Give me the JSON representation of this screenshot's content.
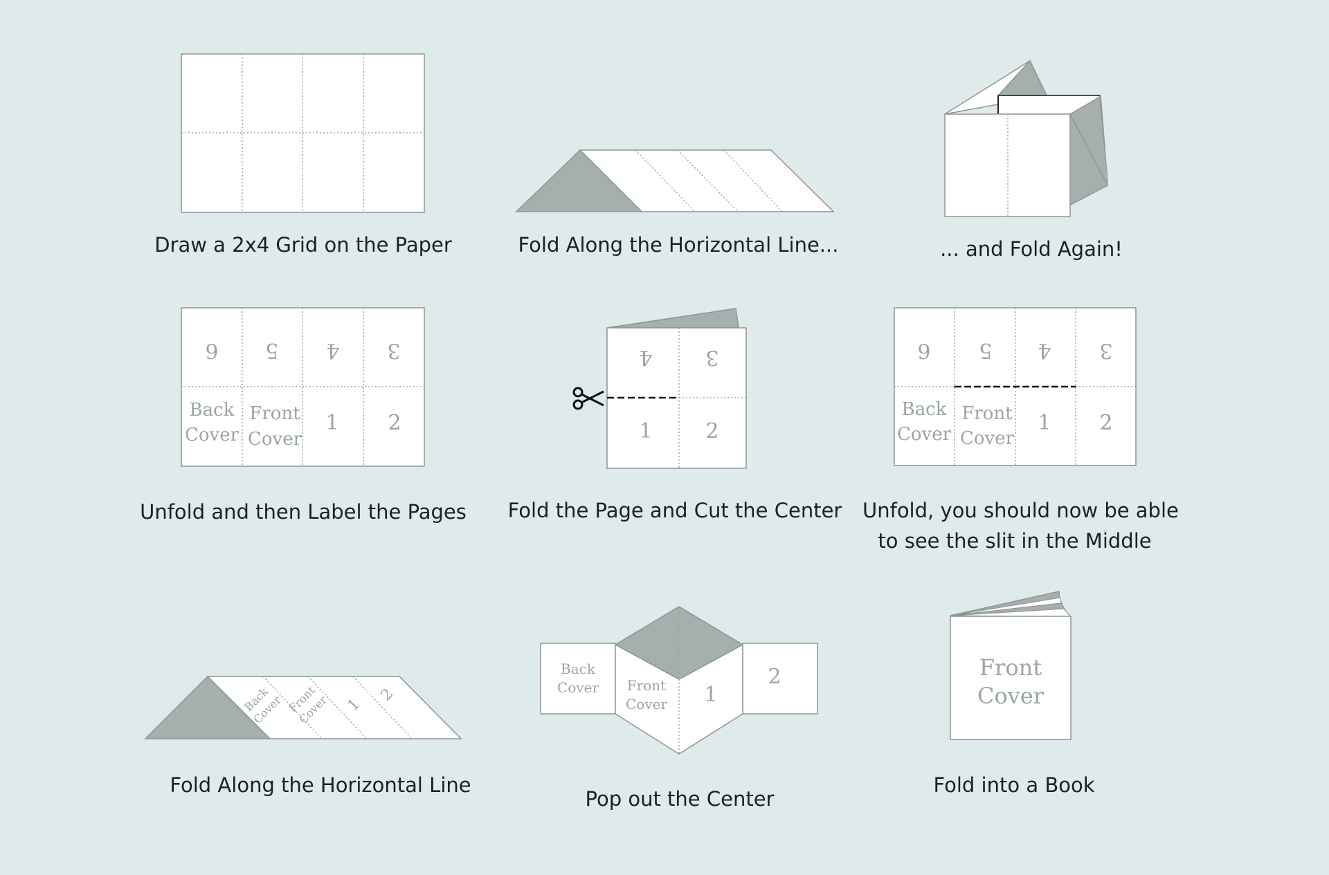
{
  "colors": {
    "background": "#dfeaea",
    "paper": "#ffffff",
    "paper_stroke": "#8f9594",
    "shade": "#a5b0ae",
    "label": "#9aa5a3",
    "cut_line": "#111111"
  },
  "page_labels": {
    "top_row": [
      "6",
      "5",
      "4",
      "3"
    ],
    "back": [
      "Back",
      "Cover"
    ],
    "front": [
      "Front",
      "Cover"
    ],
    "one": "1",
    "two": "2"
  },
  "steps": [
    {
      "caption": [
        "Draw a 2x4 Grid on the Paper"
      ]
    },
    {
      "caption": [
        "Fold  Along the Horizontal Line..."
      ]
    },
    {
      "caption": [
        "... and Fold Again!"
      ]
    },
    {
      "caption": [
        "Unfold and then Label the Pages"
      ]
    },
    {
      "caption": [
        "Fold the Page and Cut the Center"
      ]
    },
    {
      "caption": [
        "Unfold, you should now be able",
        "to see the slit in the Middle"
      ]
    },
    {
      "caption": [
        "Fold Along the Horizontal Line"
      ]
    },
    {
      "caption": [
        "Pop out the Center"
      ]
    },
    {
      "caption": [
        "Fold into a Book"
      ]
    }
  ],
  "icons": {
    "scissors": "scissors-icon"
  }
}
